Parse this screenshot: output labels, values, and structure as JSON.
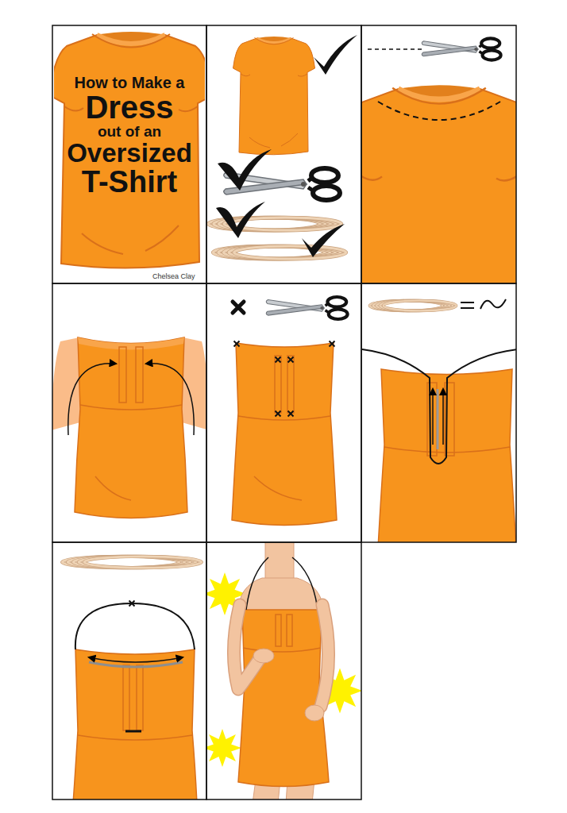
{
  "diagram": {
    "nodes": [
      {
        "text": [
          "How to Make a",
          "Dress",
          "out of an",
          "Oversized",
          "T-Shirt"
        ]
      }
    ],
    "labels": [
      "Chelsea Clay"
    ]
  }
}
